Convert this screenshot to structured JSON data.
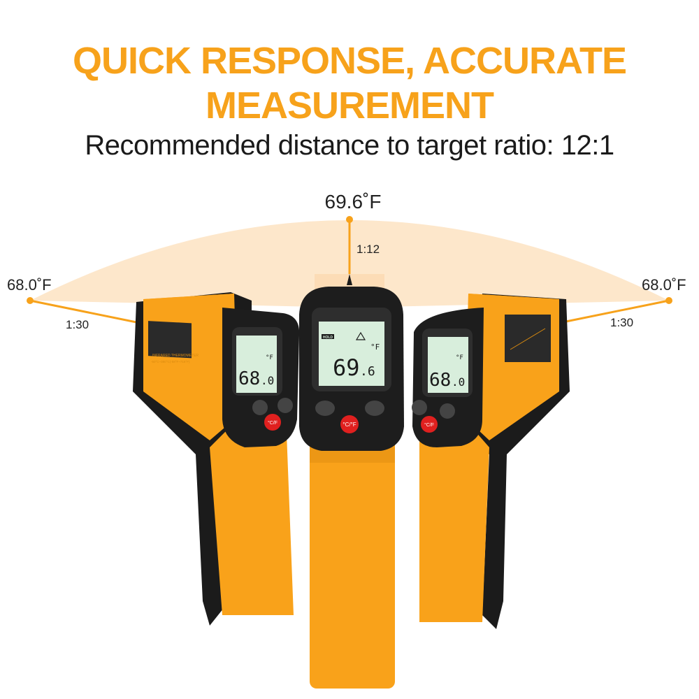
{
  "headline": {
    "line1": "QUICK RESPONSE, ACCURATE",
    "line2": "MEASUREMENT",
    "subtitle": "Recommended distance to target ratio: 12:1"
  },
  "diagram": {
    "center": {
      "temperature": "69.6˚F",
      "ratio": "1:12"
    },
    "left": {
      "temperature": "68.0˚F",
      "ratio": "1:30"
    },
    "right": {
      "temperature": "68.0˚F",
      "ratio": "1:30"
    }
  },
  "devices": {
    "left": {
      "reading": "68",
      "decimal": ".0",
      "unit": "°F",
      "label": "INFRARED THERMOMETER",
      "range": "-50°C~380°C(-58°F~716°F)",
      "button": "°C/F"
    },
    "center": {
      "reading": "69",
      "decimal": ".6",
      "unit": "°F",
      "hold": "HOLD",
      "button": "°C/°F"
    },
    "right": {
      "reading": "68",
      "decimal": ".0",
      "unit": "°F",
      "button": "°C/F"
    }
  },
  "colors": {
    "accent": "#f7a21b",
    "beam": "#fde7cb",
    "body": "#f9a21a",
    "lcd": "#d8eedc"
  }
}
